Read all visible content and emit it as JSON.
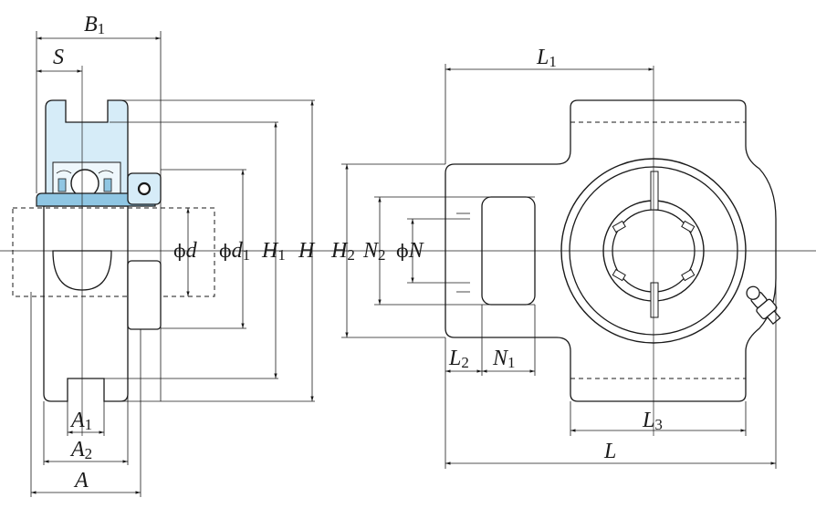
{
  "labels": {
    "B1": {
      "main": "B",
      "sub": "1"
    },
    "S": {
      "main": "S"
    },
    "L1": {
      "main": "L",
      "sub": "1"
    },
    "d": {
      "phi": "ϕ",
      "main": "d"
    },
    "d1": {
      "phi": "ϕ",
      "main": "d",
      "sub": "1"
    },
    "H1": {
      "main": "H",
      "sub": "1"
    },
    "H": {
      "main": "H"
    },
    "H2": {
      "main": "H",
      "sub": "2"
    },
    "N2": {
      "main": "N",
      "sub": "2"
    },
    "N": {
      "phi": "ϕ",
      "main": "N"
    },
    "L2": {
      "main": "L",
      "sub": "2"
    },
    "N1": {
      "main": "N",
      "sub": "1"
    },
    "L3": {
      "main": "L",
      "sub": "3"
    },
    "L": {
      "main": "L"
    },
    "A1": {
      "main": "A",
      "sub": "1"
    },
    "A2": {
      "main": "A",
      "sub": "2"
    },
    "A": {
      "main": "A"
    }
  },
  "colors": {
    "line": "#1a1a1a",
    "bearing_fill": "#d6ecf8",
    "bearing_fill_dark": "#8fc6e3",
    "background": "#ffffff"
  }
}
